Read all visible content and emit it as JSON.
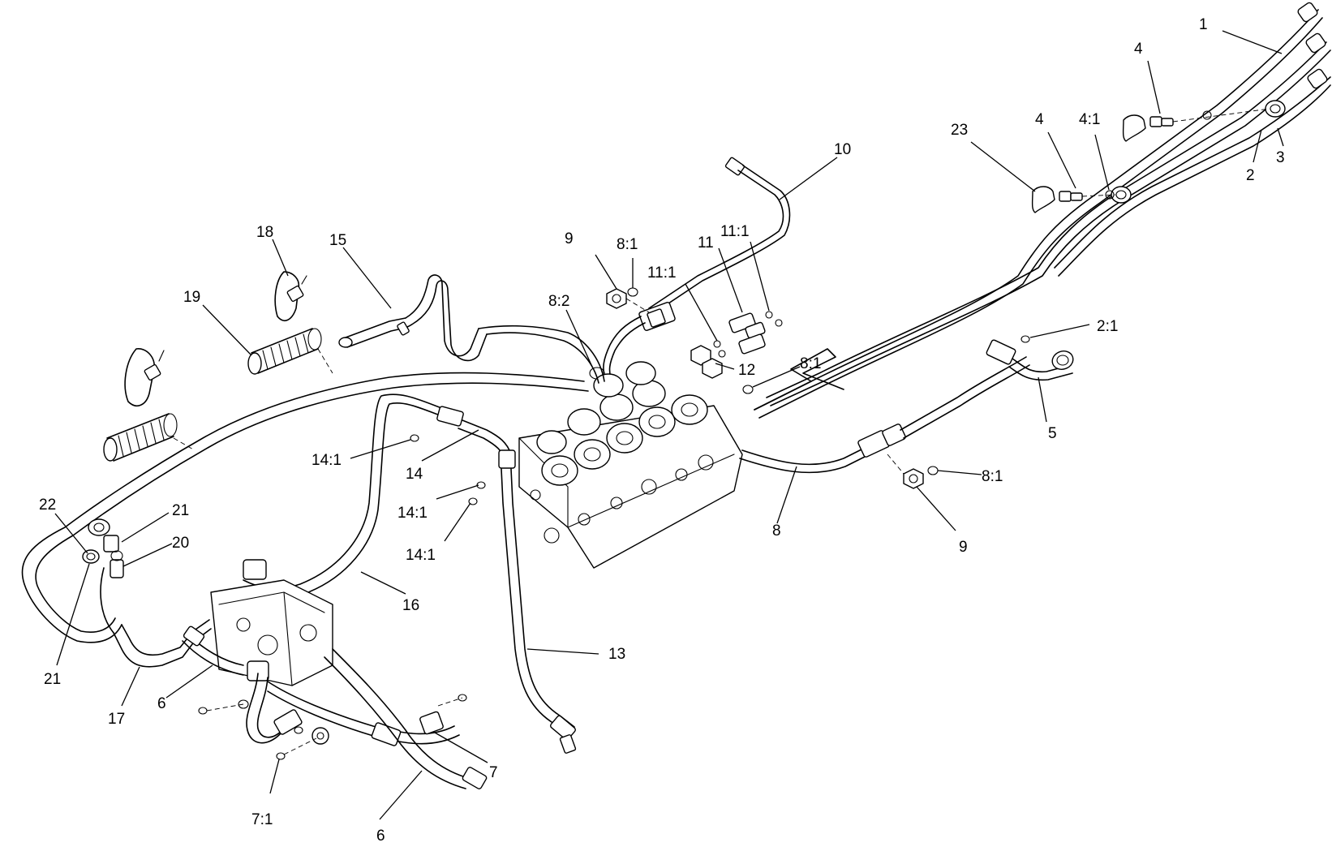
{
  "diagram": {
    "callouts": [
      {
        "id": "c1",
        "label": "1"
      },
      {
        "id": "c2",
        "label": "2"
      },
      {
        "id": "c3",
        "label": "3"
      },
      {
        "id": "c4a",
        "label": "4"
      },
      {
        "id": "c4b",
        "label": "4"
      },
      {
        "id": "c4-1",
        "label": "4:1"
      },
      {
        "id": "c23",
        "label": "23"
      },
      {
        "id": "c10",
        "label": "10"
      },
      {
        "id": "c9a",
        "label": "9"
      },
      {
        "id": "c8-1a",
        "label": "8:1"
      },
      {
        "id": "c11",
        "label": "11"
      },
      {
        "id": "c11-1a",
        "label": "11:1"
      },
      {
        "id": "c11-1b",
        "label": "11:1"
      },
      {
        "id": "c8-2",
        "label": "8:2"
      },
      {
        "id": "c12",
        "label": "12"
      },
      {
        "id": "c8-1b",
        "label": "8:1"
      },
      {
        "id": "c2-1",
        "label": "2:1"
      },
      {
        "id": "c5",
        "label": "5"
      },
      {
        "id": "c8-1c",
        "label": "8:1"
      },
      {
        "id": "c9b",
        "label": "9"
      },
      {
        "id": "c8",
        "label": "8"
      },
      {
        "id": "c18",
        "label": "18"
      },
      {
        "id": "c15",
        "label": "15"
      },
      {
        "id": "c19",
        "label": "19"
      },
      {
        "id": "c14-1a",
        "label": "14:1"
      },
      {
        "id": "c14",
        "label": "14"
      },
      {
        "id": "c14-1b",
        "label": "14:1"
      },
      {
        "id": "c14-1c",
        "label": "14:1"
      },
      {
        "id": "c22",
        "label": "22"
      },
      {
        "id": "c21a",
        "label": "21"
      },
      {
        "id": "c20",
        "label": "20"
      },
      {
        "id": "c21b",
        "label": "21"
      },
      {
        "id": "c16",
        "label": "16"
      },
      {
        "id": "c13",
        "label": "13"
      },
      {
        "id": "c17",
        "label": "17"
      },
      {
        "id": "c6a",
        "label": "6"
      },
      {
        "id": "c7",
        "label": "7"
      },
      {
        "id": "c7-1",
        "label": "7:1"
      },
      {
        "id": "c6b",
        "label": "6"
      }
    ]
  }
}
